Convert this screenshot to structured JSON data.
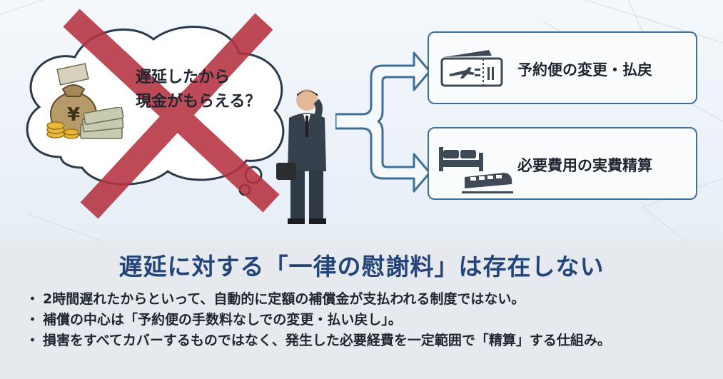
{
  "thought_bubble": {
    "text_line1": "遅延したから",
    "text_line2": "現金がもらえる？",
    "money_symbol": "¥",
    "cross_color": "#b5323f",
    "icons": [
      "money-bag-icon",
      "coin-stack-icon",
      "banknote-stack-icon"
    ]
  },
  "person": {
    "icon": "businessman-icon"
  },
  "options": [
    {
      "label": "予約便の変更・払戻",
      "icon": "plane-ticket-icon"
    },
    {
      "label": "必要費用の実費精算",
      "icon": "bed-and-train-icon"
    }
  ],
  "headline": "遅延に対する「一律の慰謝料」は存在しない",
  "bullets": [
    "2時間遅れたからといって、自動的に定額の補償金が支払われる制度ではない。",
    "補償の中心は「予約便の手数料なしでの変更・払い戻し」。",
    "損害をすべてカバーするものではなく、発生した必要経費を一定範囲で「精算」する仕組み。"
  ],
  "colors": {
    "accent_blue": "#3f6f96",
    "headline_blue": "#24457a",
    "bottom_panel": "#e6eaee"
  }
}
